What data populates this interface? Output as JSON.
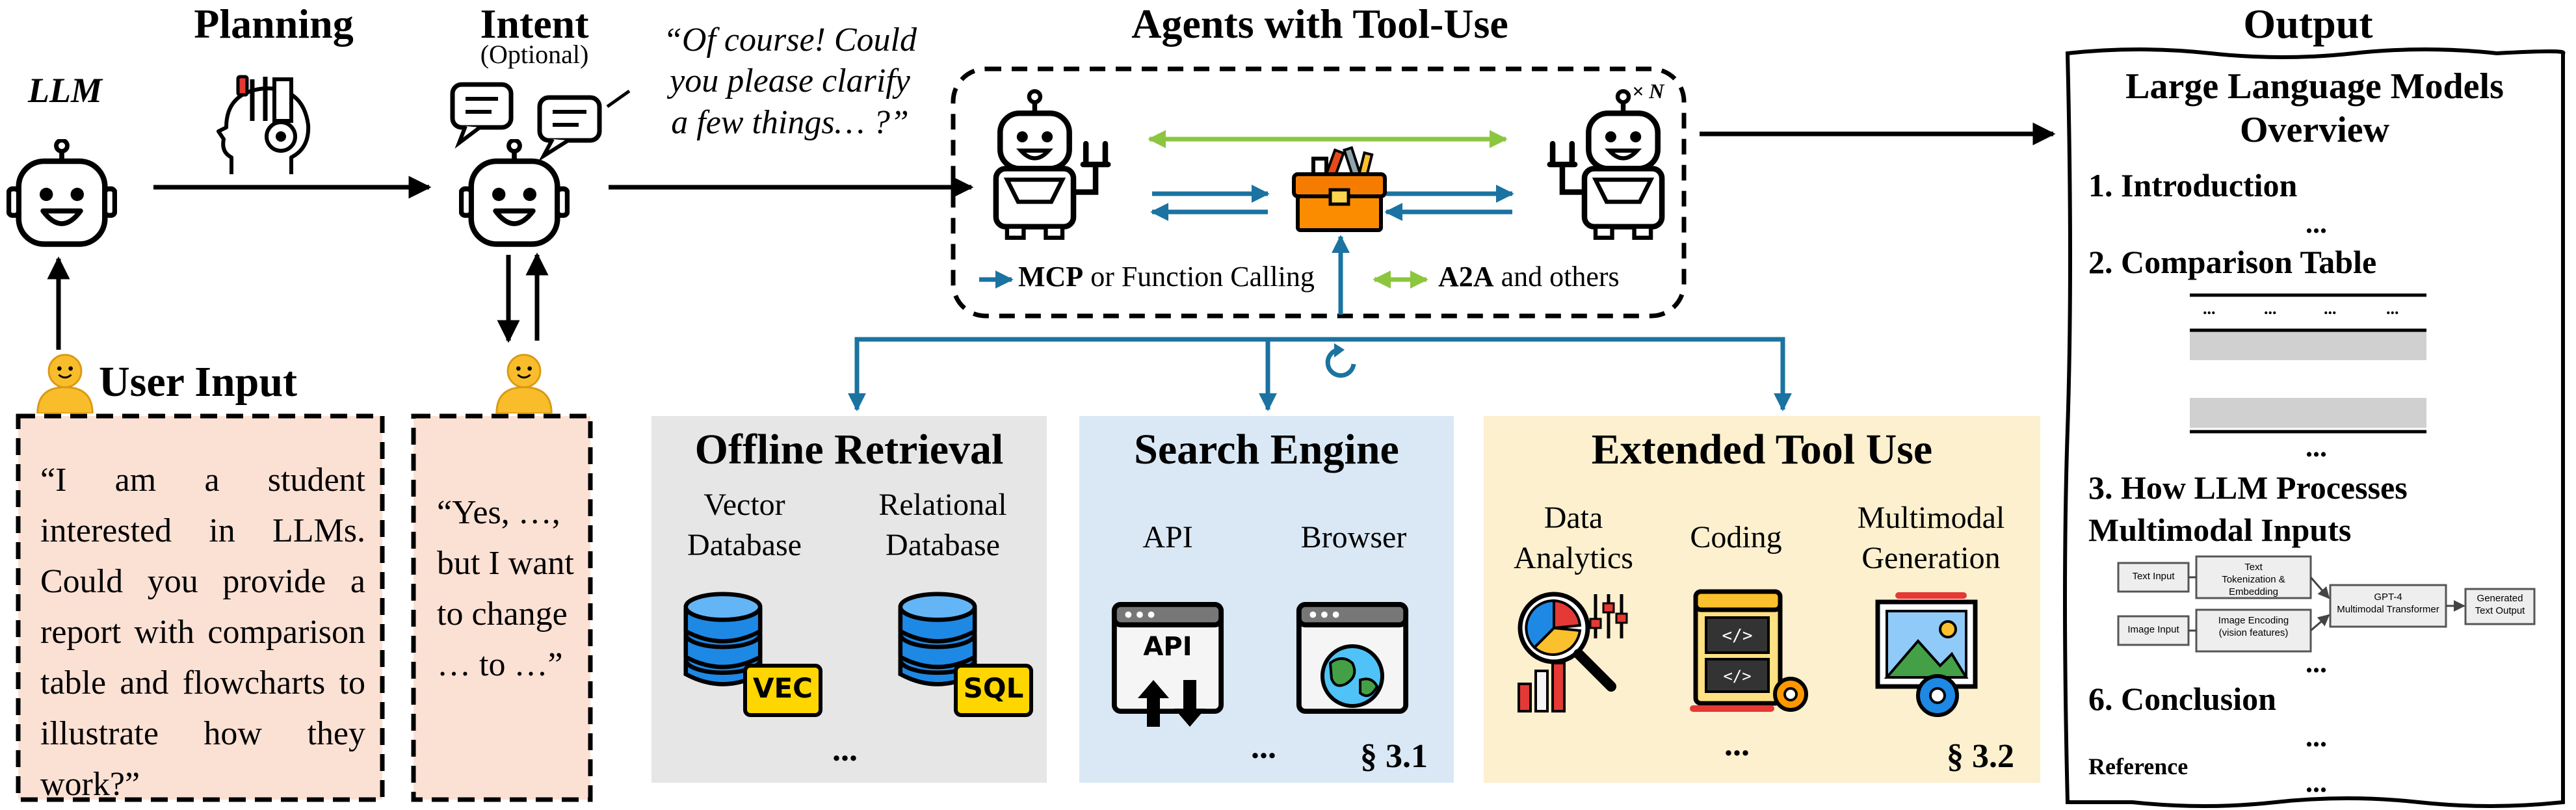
{
  "headers": {
    "planning": "Planning",
    "intent": "Intent",
    "intent_note": "(Optional)",
    "agents": "Agents with Tool-Use",
    "output": "Output",
    "llm": "LLM"
  },
  "clarify_quote": [
    "“Of course! Could",
    "you please clarify",
    "a few things… ?”"
  ],
  "agents_count": "× N",
  "legend": {
    "mcp_bold": "MCP",
    "mcp_rest": " or Function Calling",
    "a2a_bold": "A2A",
    "a2a_rest": " and others"
  },
  "user_input": {
    "title": "User Input",
    "quote": "“I am a student interested in LLMs. Could you provide a report with comparison table and flowcharts to illustrate how they work?”"
  },
  "user_reply": "“Yes, …, but I want to change … to …”",
  "panels": {
    "offline": {
      "title": "Offline Retrieval",
      "vector": [
        "Vector",
        "Database"
      ],
      "relational": [
        "Relational",
        "Database"
      ],
      "vec_tag": "VEC",
      "sql_tag": "SQL",
      "more": "..."
    },
    "search": {
      "title": "Search Engine",
      "api": "API",
      "browser": "Browser",
      "api_icon_text": "API",
      "more": "...",
      "section": "§ 3.1"
    },
    "extended": {
      "title": "Extended Tool Use",
      "data": [
        "Data",
        "Analytics"
      ],
      "coding": "Coding",
      "multimodal": [
        "Multimodal",
        "Generation"
      ],
      "more": "...",
      "section": "§ 3.2"
    }
  },
  "report": {
    "title": [
      "Large Language Models",
      "Overview"
    ],
    "s1": "1. Introduction",
    "s2": "2. Comparison Table",
    "table_dots": [
      "...",
      "...",
      "...",
      "..."
    ],
    "s3": [
      "3. How LLM Processes",
      "Multimodal Inputs"
    ],
    "flow": {
      "text_input": "Text Input",
      "text_tok": [
        "Text",
        "Tokenization & Embedding"
      ],
      "gpt4": [
        "GPT-4",
        "Multimodal Transformer"
      ],
      "generated": [
        "Generated",
        "Text Output"
      ],
      "image_input": "Image Input",
      "image_enc": [
        "Image Encoding",
        "(vision features)"
      ]
    },
    "s6": "6. Conclusion",
    "reference": "Reference",
    "ellipsis": "..."
  },
  "colors": {
    "mcp_arrow": "#1a73a0",
    "a2a_arrow": "#8cc63f",
    "offline_bg": "#e6e6e6",
    "search_bg": "#dae8f5",
    "extended_bg": "#fdf0cf",
    "bubble_bg": "#fbe0d4",
    "db_blue": "#1e88e5",
    "tag_yellow": "#ffd600",
    "user_yellow": "#f9bd2c"
  }
}
